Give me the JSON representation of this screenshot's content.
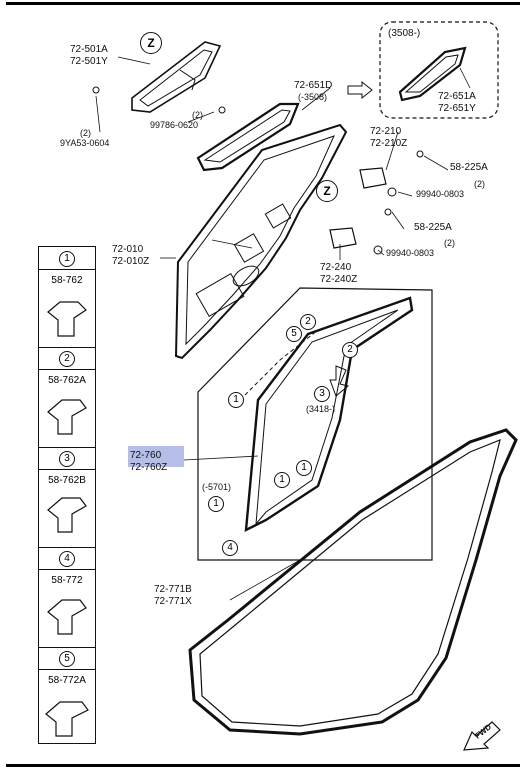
{
  "legend": [
    {
      "num": "1",
      "part": "58-762"
    },
    {
      "num": "2",
      "part": "58-762A"
    },
    {
      "num": "3",
      "part": "58-762B"
    },
    {
      "num": "4",
      "part": "58-772"
    },
    {
      "num": "5",
      "part": "58-772A"
    }
  ],
  "labels": {
    "p501a": "72-501A",
    "p501y": "72-501Y",
    "zoom_left": "Z",
    "zoom_right": "Z",
    "p3508": "(3508-)",
    "p651a": "72-651A",
    "p651y": "72-651Y",
    "p651d": "72-651D",
    "p651d_range": "(-3508)",
    "qty_2_a": "(2)",
    "p9ya53": "9YA53-0604",
    "qty_2_b": "(2)",
    "p99786": "99786-0620",
    "p210": "72-210",
    "p210z": "72-210Z",
    "p58225a_1": "58-225A",
    "qty_2_c": "(2)",
    "p99940_1": "99940-0803",
    "p58225a_2": "58-225A",
    "qty_2_d": "(2)",
    "p99940_2": "99940-0803",
    "p010": "72-010",
    "p010z": "72-010Z",
    "p240": "72-240",
    "p240z": "72-240Z",
    "p760": "72-760",
    "p760z": "72-760Z",
    "p5701": "(-5701)",
    "p3418": "(3418-)",
    "p771b": "72-771B",
    "p771x": "72-771X",
    "fwd": "FWD"
  },
  "callouts": {
    "c1a": "1",
    "c1b": "1",
    "c1c": "1",
    "c1d": "1",
    "c2a": "2",
    "c2b": "2",
    "c3": "3",
    "c4": "4",
    "c5": "5"
  }
}
